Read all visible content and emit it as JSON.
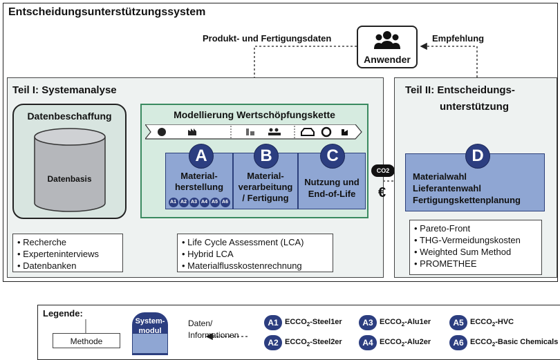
{
  "title": "Entscheidungsunterstützungssystem",
  "flow_labels": {
    "product_data": "Produkt- und Fertigungsdaten",
    "recommendation": "Empfehlung"
  },
  "user": {
    "label": "Anwender",
    "icon": "users-icon"
  },
  "part1": {
    "title": "Teil I: Systemanalyse",
    "data_acquisition": {
      "title": "Datenbeschaffung",
      "db_label": "Datenbasis"
    },
    "value_chain": {
      "title": "Modellierung Wertschöpfungskette"
    },
    "bullets_left": [
      "Recherche",
      "Experteninterviews",
      "Datenbanken"
    ],
    "bullets_mid": [
      "Life Cycle Assessment (LCA)",
      "Hybrid LCA",
      "Materialflusskostenrechnung"
    ]
  },
  "modules": [
    {
      "letter": "A",
      "line1": "Material-",
      "line2": "herstellung",
      "sub": [
        "A1",
        "A2",
        "A3",
        "A4",
        "A5",
        "A6"
      ]
    },
    {
      "letter": "B",
      "line1": "Material-",
      "line2": "verarbeitung",
      "line3": "/ Fertigung"
    },
    {
      "letter": "C",
      "line1": "Nutzung und",
      "line2": "End-of-Life"
    }
  ],
  "part2": {
    "title_line1": "Teil II: Entscheidungs-",
    "title_line2": "unterstützung",
    "module_d": {
      "letter": "D",
      "lines": [
        "Materialwahl",
        "Lieferantenwahl",
        "Fertigungskettenplanung"
      ]
    },
    "bullets": [
      "Pareto-Front",
      "THG-Vermeidungskosten",
      "Weighted Sum Method",
      "PROMETHEE"
    ]
  },
  "icons": {
    "co2": "CO2",
    "euro": "€"
  },
  "legend": {
    "title": "Legende:",
    "method": "Methode",
    "system_module_line1": "System-",
    "system_module_line2": "modul",
    "data_line1": "Daten/",
    "data_line2": "Informationen",
    "items": [
      {
        "code": "A1",
        "label": "ECCO",
        "sub": "2",
        "rest": "-Steel1er"
      },
      {
        "code": "A2",
        "label": "ECCO",
        "sub": "2",
        "rest": "-Steel2er"
      },
      {
        "code": "A3",
        "label": "ECCO",
        "sub": "2",
        "rest": "-Alu1er"
      },
      {
        "code": "A4",
        "label": "ECCO",
        "sub": "2",
        "rest": "-Alu2er"
      },
      {
        "code": "A5",
        "label": "ECCO",
        "sub": "2",
        "rest": "-HVC"
      },
      {
        "code": "A6",
        "label": "ECCO",
        "sub": "2",
        "rest": "-Basic Chemicals"
      }
    ]
  }
}
